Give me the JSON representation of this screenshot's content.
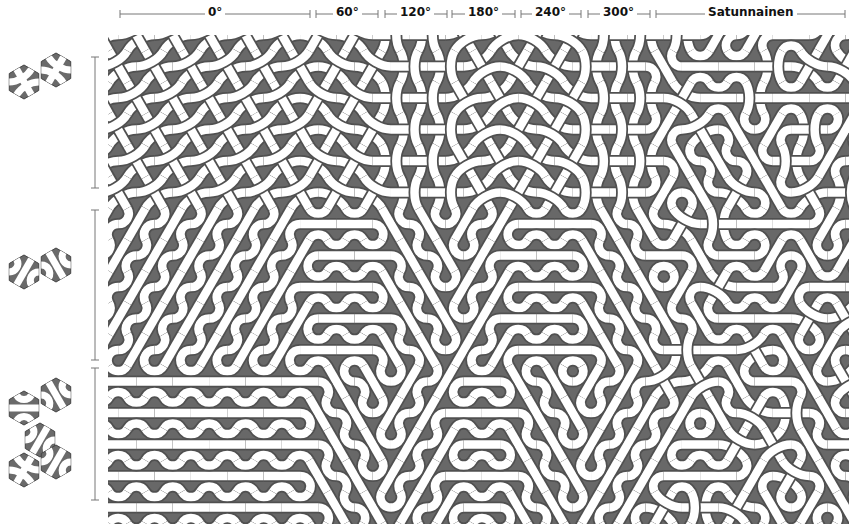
{
  "diagram": {
    "labels": [
      "0°",
      "60°",
      "120°",
      "180°",
      "240°",
      "300°",
      "Satunnainen"
    ]
  }
}
